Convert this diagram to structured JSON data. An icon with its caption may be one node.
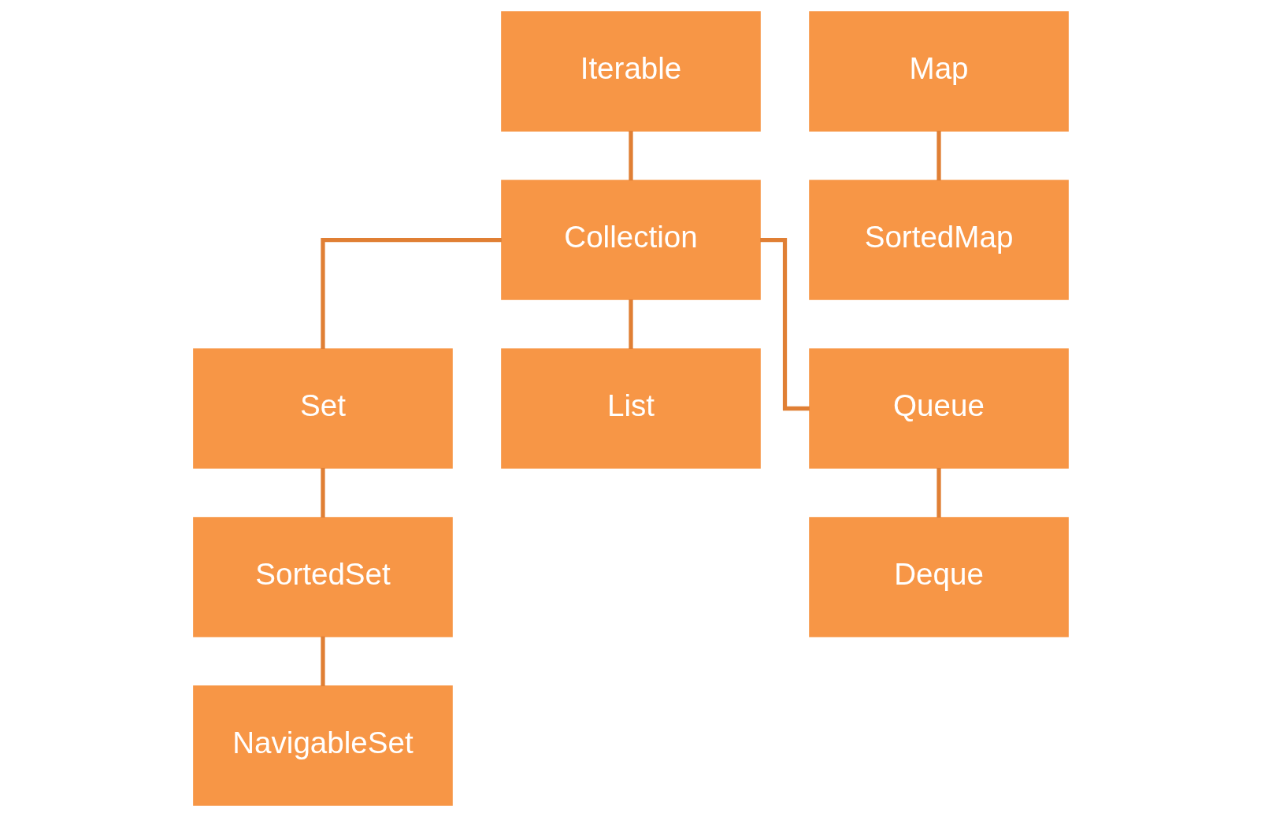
{
  "diagram": {
    "nodes": [
      {
        "text": [
          "Iterable"
        ]
      },
      {
        "text": [
          "Collection"
        ]
      },
      {
        "text": [
          "Set"
        ]
      },
      {
        "text": [
          "List"
        ]
      },
      {
        "text": [
          "Queue"
        ]
      },
      {
        "text": [
          "SortedSet"
        ]
      },
      {
        "text": [
          "Deque"
        ]
      },
      {
        "text": [
          "NavigableSet"
        ]
      },
      {
        "text": [
          "Map"
        ]
      },
      {
        "text": [
          "SortedMap"
        ]
      }
    ],
    "edges": [
      {
        "from": 0,
        "to": 1,
        "arrow": "none"
      },
      {
        "from": 1,
        "to": 2,
        "arrow": "none"
      },
      {
        "from": 1,
        "to": 3,
        "arrow": "none"
      },
      {
        "from": 1,
        "to": 4,
        "arrow": "none"
      },
      {
        "from": 2,
        "to": 5,
        "arrow": "none"
      },
      {
        "from": 4,
        "to": 6,
        "arrow": "none"
      },
      {
        "from": 5,
        "to": 7,
        "arrow": "none"
      },
      {
        "from": 8,
        "to": 9,
        "arrow": "none"
      }
    ]
  }
}
